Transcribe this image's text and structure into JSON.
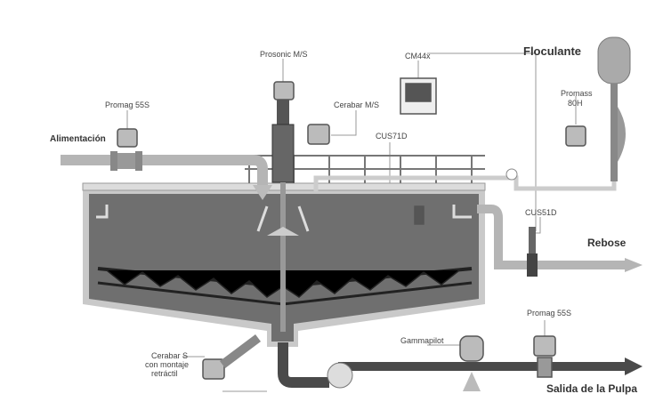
{
  "labels": {
    "prosonic": "Prosonic M/S",
    "cm44x": "CM44x",
    "floculante": "Floculante",
    "promag_feed": "Promag 55S",
    "cerabar_ms": "Cerabar M/S",
    "promass": "Promass",
    "promass_model": "80H",
    "alimentacion": "Alimentación",
    "cus71d": "CUS71D",
    "cus51d": "CUS51D",
    "rebose": "Rebose",
    "promag_out": "Promag 55S",
    "gammapilot": "Gammapilot",
    "cerabar_s_1": "Cerabar S",
    "cerabar_s_2": "con montaje",
    "cerabar_s_3": "retráctil",
    "salida": "Salida de la Pulpa"
  },
  "colors": {
    "tank": "#6f6f6f",
    "pipe_light": "#b5b5b5",
    "pipe_dark": "#4a4a4a",
    "leader": "#999999"
  }
}
